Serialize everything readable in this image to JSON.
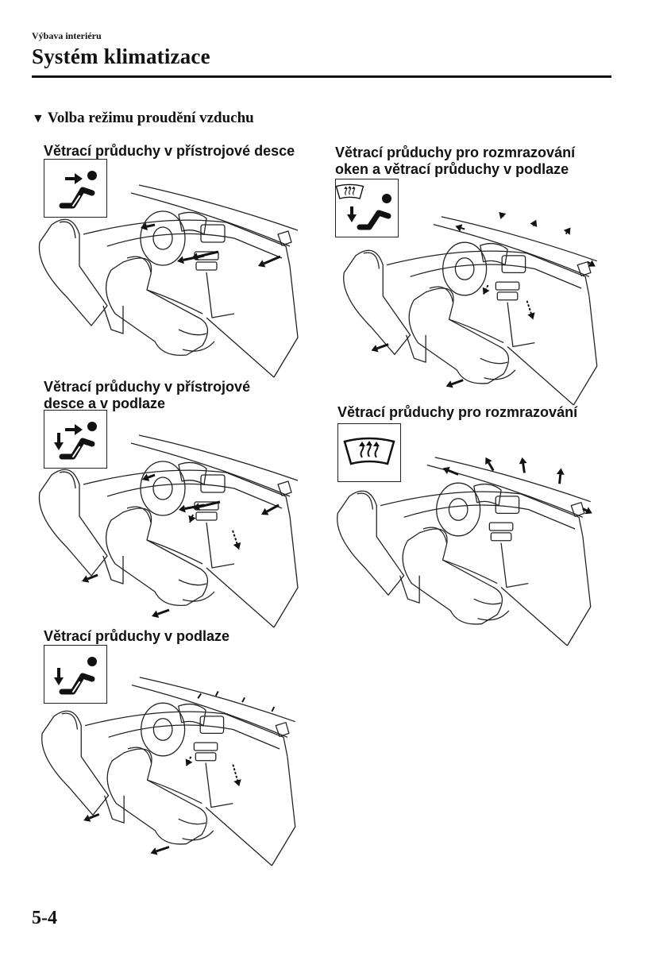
{
  "header": {
    "breadcrumb": "Výbava interiéru",
    "title": "Systém klimatizace"
  },
  "section": {
    "marker": "▼",
    "title": "Volba režimu proudění vzduchu"
  },
  "modes": [
    {
      "icon": "face-vent-icon",
      "caption": [
        "Větrací průduchy v přístrojové desce"
      ]
    },
    {
      "icon": "defrost-floor-icon",
      "caption": [
        "Větrací průduchy pro rozmrazování",
        "oken a větrací průduchy v podlaze"
      ]
    },
    {
      "icon": "face-floor-vent-icon",
      "caption": [
        "Větrací průduchy v přístrojové",
        "desce a v podlaze"
      ]
    },
    {
      "icon": "defrost-icon",
      "caption": [
        "Větrací průduchy pro rozmrazování"
      ]
    },
    {
      "icon": "floor-vent-icon",
      "caption": [
        "Větrací průduchy v podlaze"
      ]
    }
  ],
  "footer": {
    "page_number": "5-4"
  }
}
